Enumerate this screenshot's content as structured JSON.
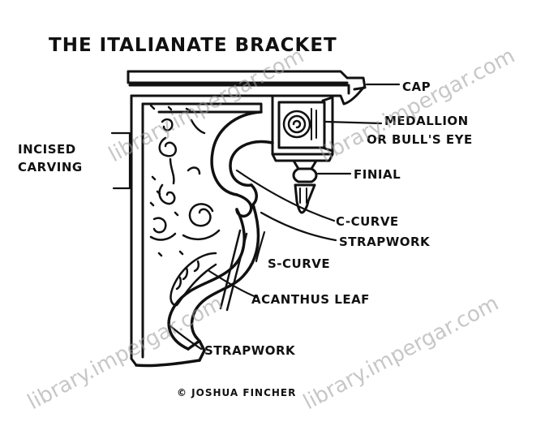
{
  "title": "THE ITALIANATE BRACKET",
  "labels": {
    "cap": "CAP",
    "medallion_line1": "MEDALLION",
    "medallion_line2": "OR BULL'S EYE",
    "finial": "FINIAL",
    "incised_line1": "INCISED",
    "incised_line2": "CARVING",
    "c_curve": "C-CURVE",
    "strapwork_upper": "STRAPWORK",
    "s_curve": "S-CURVE",
    "acanthus_leaf": "ACANTHUS LEAF",
    "strapwork_lower": "STRAPWORK"
  },
  "credit": "© JOSHUA FINCHER",
  "watermark": "library.impergar.com"
}
